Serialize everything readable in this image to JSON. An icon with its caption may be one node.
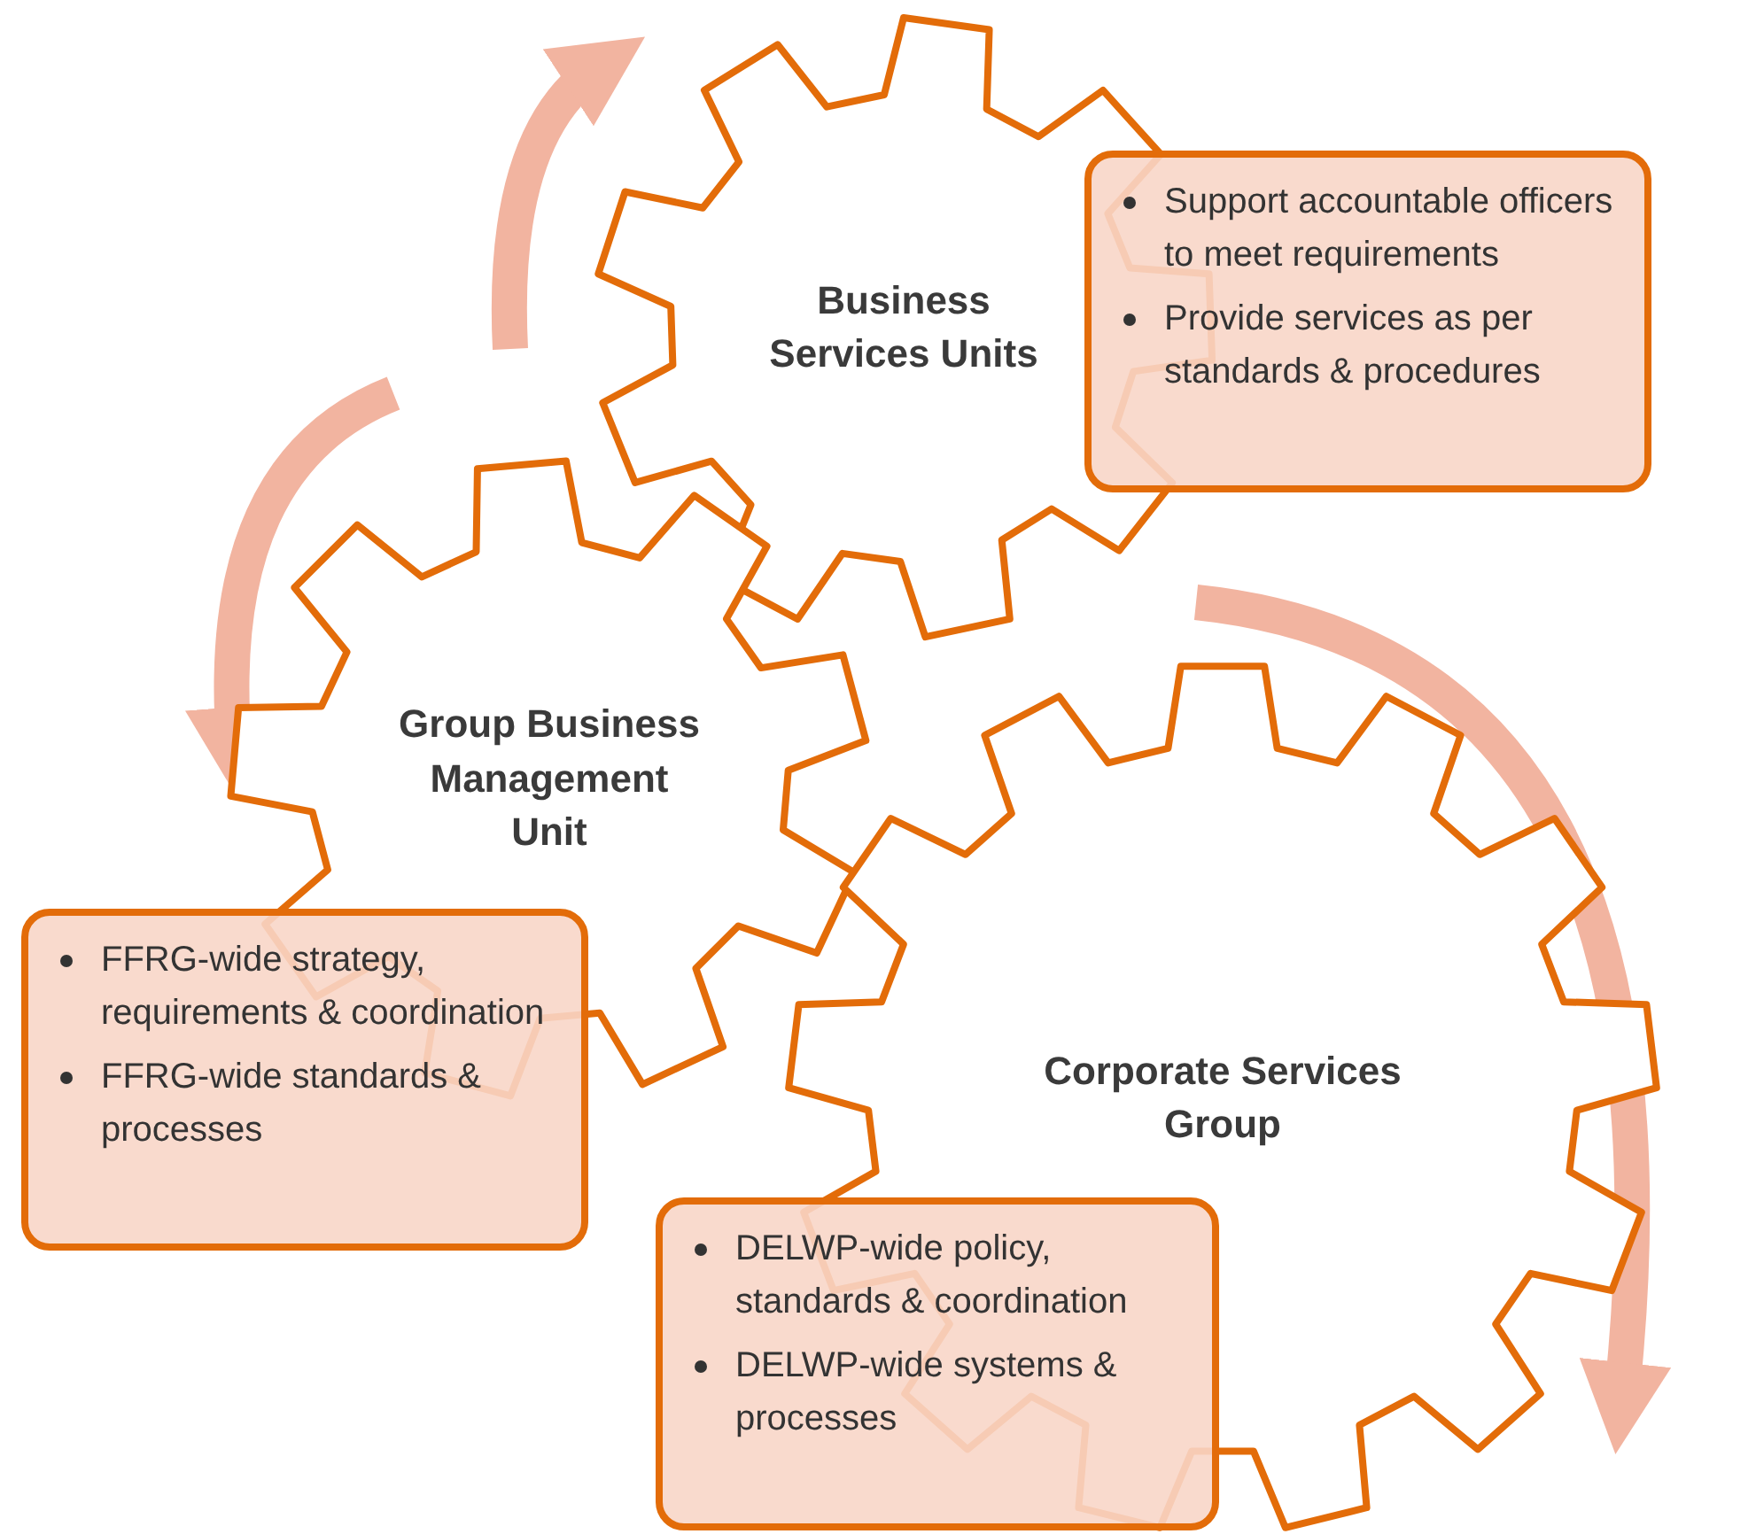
{
  "diagram": {
    "nodes": [
      {
        "text": [
          "Business Services Units"
        ]
      },
      {
        "text": [
          "Support accountable officers to meet requirements",
          "Provide services as per standards & procedures"
        ]
      },
      {
        "text": [
          "Group Business Management Unit"
        ]
      },
      {
        "text": [
          "FFRG-wide strategy, requirements & coordination",
          "FFRG-wide standards & processes"
        ]
      },
      {
        "text": [
          "Corporate Services Group"
        ]
      },
      {
        "text": [
          "DELWP-wide policy, standards & coordination",
          "DELWP-wide systems & processes"
        ]
      }
    ],
    "edges": [
      {
        "from": null,
        "to": 0,
        "arrow": "to"
      },
      {
        "from": null,
        "to": 2,
        "arrow": "to"
      },
      {
        "from": null,
        "to": 4,
        "arrow": "to"
      }
    ]
  }
}
